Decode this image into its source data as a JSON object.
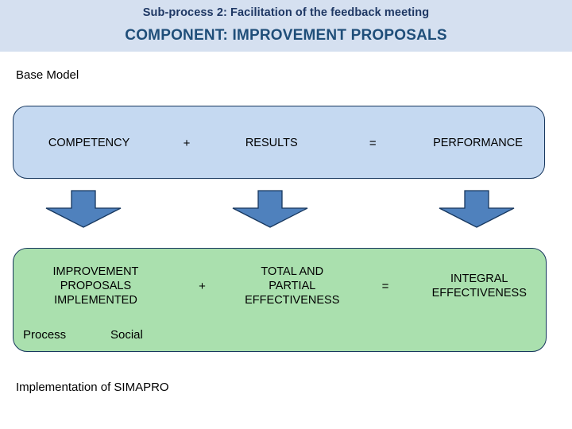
{
  "header": {
    "subtitle": "Sub-process 2: Facilitation of the feedback meeting",
    "title": "COMPONENT: IMPROVEMENT PROPOSALS",
    "band_color": "#d5e0f0",
    "subtitle_color": "#1f3864",
    "title_color": "#1f4e79"
  },
  "base_model": {
    "caption": "Base Model",
    "box_fill": "#c5d9f1",
    "box_border": "#17375e",
    "equation": {
      "term1": "COMPETENCY",
      "operator1": "+",
      "term2": "RESULTS",
      "operator2": "=",
      "term3": "PERFORMANCE"
    }
  },
  "arrows": {
    "fill": "#4f81bd",
    "stroke": "#17375e",
    "items": [
      {
        "name": "arrow-competency-to-improvement"
      },
      {
        "name": "arrow-results-to-effectiveness"
      },
      {
        "name": "arrow-performance-to-integral"
      }
    ]
  },
  "implemented_model": {
    "box_fill": "#aae0ae",
    "box_border": "#17375e",
    "equation": {
      "term1": "IMPROVEMENT\nPROPOSALS\nIMPLEMENTED",
      "operator1": "+",
      "term2": "TOTAL AND\nPARTIAL\nEFFECTIVENESS",
      "operator2": "=",
      "term3": "INTEGRAL\nEFFECTIVENESS"
    },
    "tags": [
      "Process",
      "Social"
    ]
  },
  "footer": {
    "caption": "Implementation of SIMAPRO"
  }
}
